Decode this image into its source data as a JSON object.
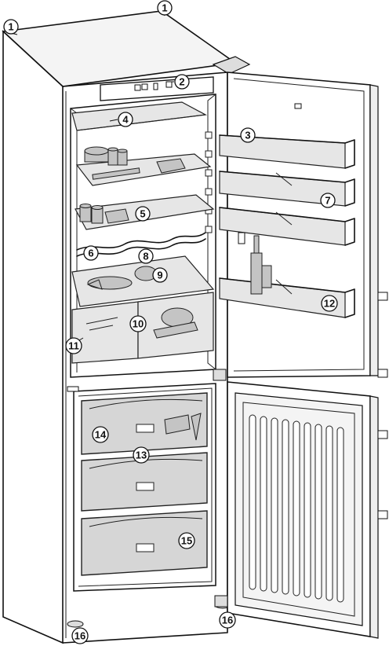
{
  "callouts": [
    {
      "id": "c1a",
      "label": "1"
    },
    {
      "id": "c1b",
      "label": "1"
    },
    {
      "id": "c2",
      "label": "2"
    },
    {
      "id": "c3",
      "label": "3"
    },
    {
      "id": "c4",
      "label": "4"
    },
    {
      "id": "c5",
      "label": "5"
    },
    {
      "id": "c6",
      "label": "6"
    },
    {
      "id": "c7",
      "label": "7"
    },
    {
      "id": "c8",
      "label": "8"
    },
    {
      "id": "c9",
      "label": "9"
    },
    {
      "id": "c10",
      "label": "10"
    },
    {
      "id": "c11",
      "label": "11"
    },
    {
      "id": "c12",
      "label": "12"
    },
    {
      "id": "c13",
      "label": "13"
    },
    {
      "id": "c14",
      "label": "14"
    },
    {
      "id": "c15",
      "label": "15"
    },
    {
      "id": "c16a",
      "label": "16"
    },
    {
      "id": "c16b",
      "label": "16"
    }
  ],
  "colors": {
    "line": "#111111",
    "glass": "#e6e6e6",
    "panel": "#d4d4d4",
    "background": "#ffffff"
  }
}
